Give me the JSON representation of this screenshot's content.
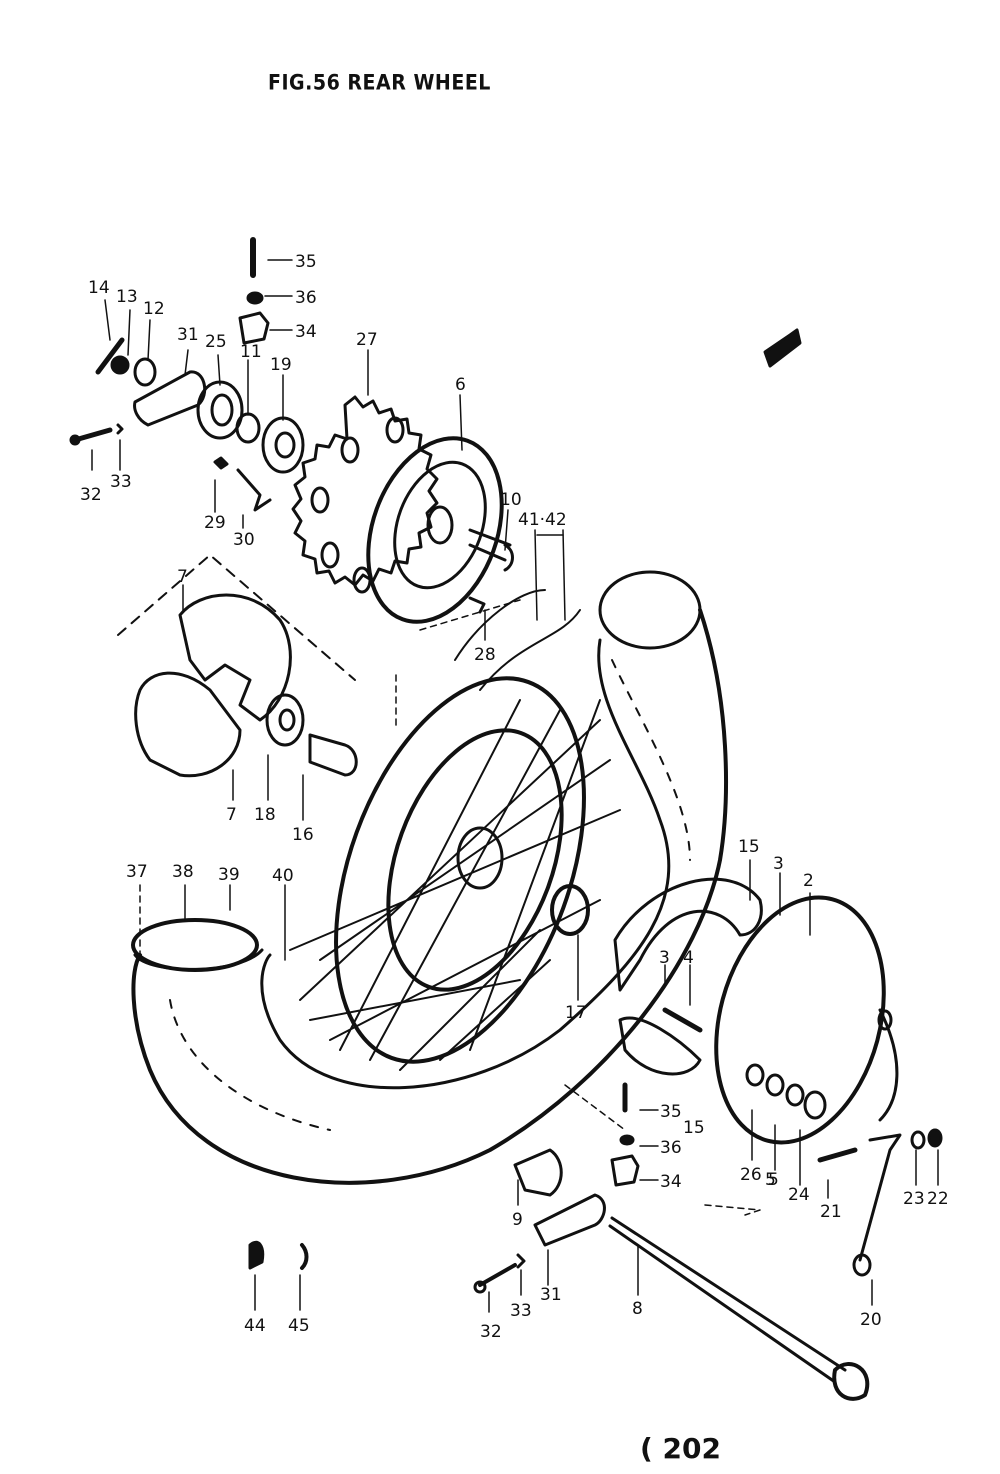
{
  "title": "FIG.56 REAR WHEEL",
  "page_number": "( 202",
  "callouts": [
    "35",
    "36",
    "34",
    "14",
    "13",
    "12",
    "31",
    "25",
    "11",
    "19",
    "27",
    "6",
    "10",
    "41·42",
    "32",
    "33",
    "29",
    "30",
    "7",
    "28",
    "18",
    "16",
    "7",
    "37",
    "38",
    "39",
    "40",
    "15",
    "3",
    "2",
    "3",
    "4",
    "17",
    "35",
    "36",
    "15",
    "34",
    "26",
    "5",
    "24",
    "21",
    "23",
    "22",
    "9",
    "31",
    "8",
    "20",
    "5",
    "33",
    "32",
    "44",
    "45"
  ]
}
